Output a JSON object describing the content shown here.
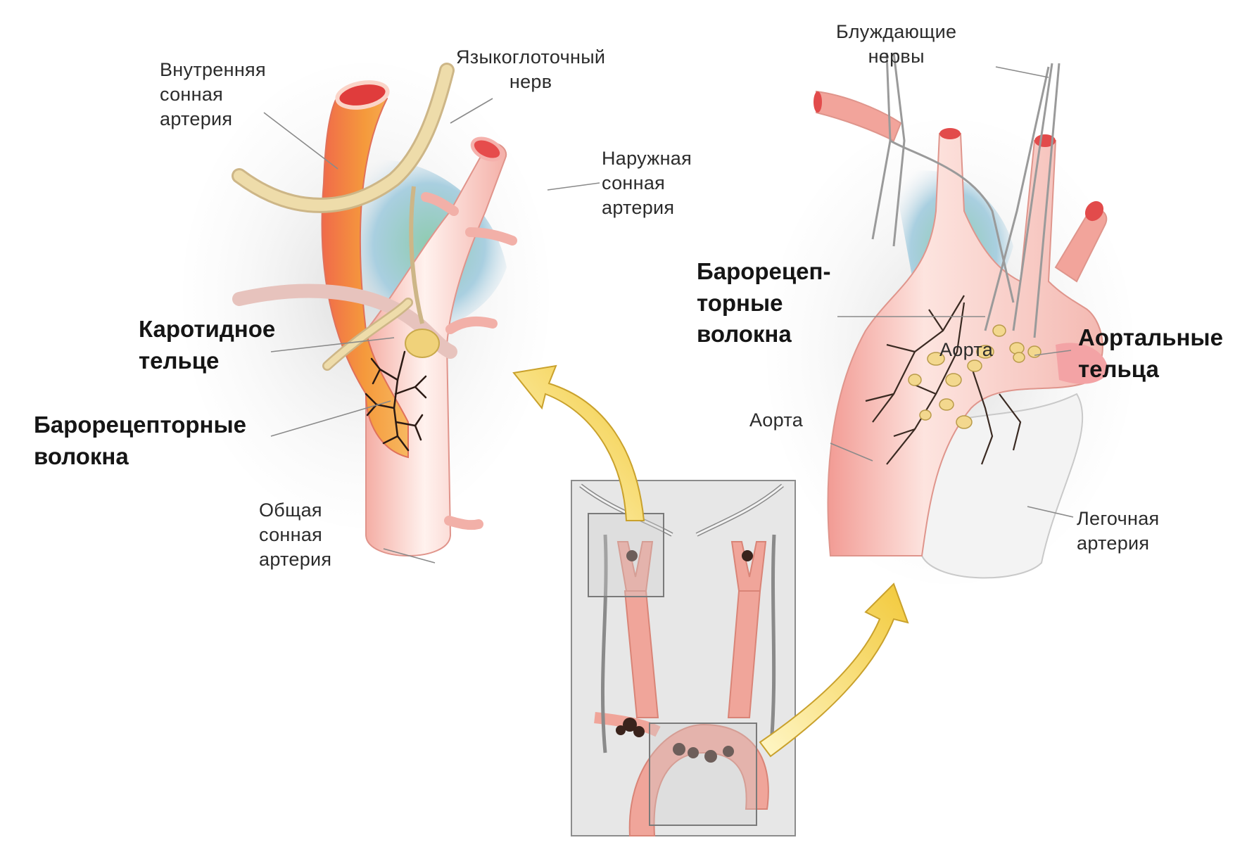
{
  "labels": {
    "internal_carotid": [
      "Внутренняя",
      "сонная",
      "артерия"
    ],
    "glossopharyngeal_nerve": [
      "Языкоглоточный",
      "нерв"
    ],
    "external_carotid": [
      "Наружная",
      "сонная",
      "артерия"
    ],
    "carotid_body": [
      "Каротидное",
      "тельце"
    ],
    "baroreceptor_fibers_left": [
      "Барорецепторные",
      "волокна"
    ],
    "common_carotid": [
      "Общая",
      "сонная",
      "артерия"
    ],
    "vagus_nerves": [
      "Блуждающие",
      "нервы"
    ],
    "baroreceptor_fibers_right": [
      "Барорецеп-",
      "торные",
      "волокна"
    ],
    "aorta_inner": "Аорта",
    "aortic_bodies": [
      "Аортальные",
      "тельца"
    ],
    "aorta_outer": "Аорта",
    "pulmonary_artery": [
      "Легочная",
      "артерия"
    ]
  },
  "colors": {
    "artery_pink": "#f2b3b0",
    "artery_orange": "#f08a3a",
    "nerve_beige": "#ead7a5",
    "bg_green": "#a8d4c0",
    "bg_blue": "#9cc0dc",
    "arrow_yellow": "#f2d24a",
    "pulmonary_white": "#f2f2f2",
    "leader_gray": "#8a8a8a"
  }
}
